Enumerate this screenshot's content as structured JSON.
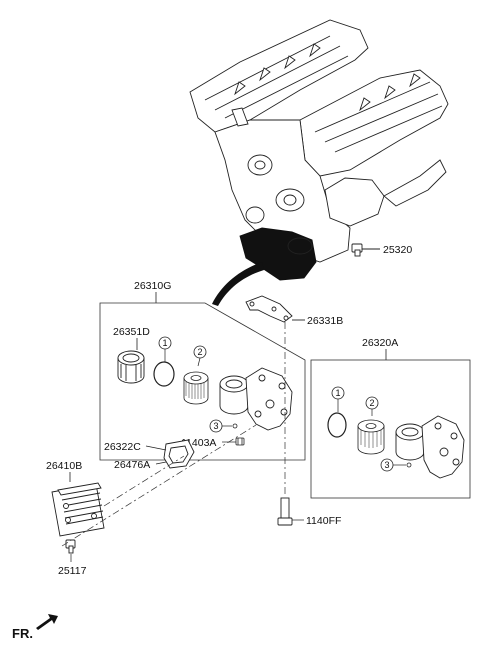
{
  "parts": {
    "p25320": "25320",
    "p26310G": "26310G",
    "p26331B": "26331B",
    "p26351D": "26351D",
    "p26322C": "26322C",
    "p11403A": "11403A",
    "p26476A": "26476A",
    "p26320A": "26320A",
    "p26410B": "26410B",
    "p1140FF": "1140FF",
    "p25117": "25117"
  },
  "callouts": {
    "c1": "1",
    "c2": "2",
    "c3": "3"
  },
  "footer": {
    "direction": "FR."
  }
}
